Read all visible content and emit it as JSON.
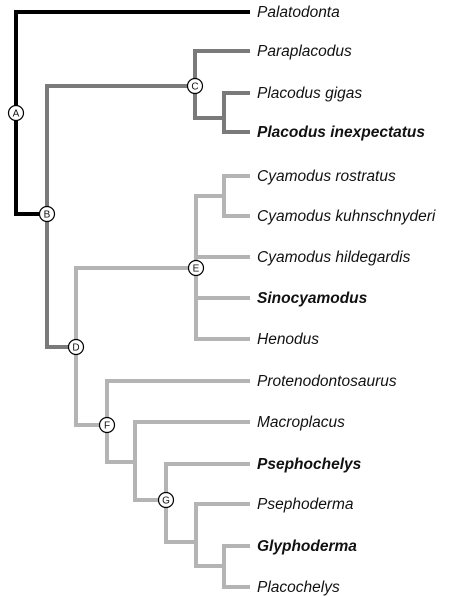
{
  "colors": {
    "level1": "#000000",
    "level2": "#7a7a7a",
    "level3": "#b4b4b4",
    "node_fill": "#ffffff",
    "node_stroke": "#000000",
    "text": "#111111"
  },
  "nodes": {
    "A": "A",
    "B": "B",
    "C": "C",
    "D": "D",
    "E": "E",
    "F": "F",
    "G": "G"
  },
  "taxa": [
    {
      "id": "palatodonta",
      "name": "Palatodonta",
      "bold": false
    },
    {
      "id": "paraplacodus",
      "name": "Paraplacodus",
      "bold": false
    },
    {
      "id": "placodus-gigas",
      "name": "Placodus gigas",
      "bold": false
    },
    {
      "id": "placodus-inexpectatus",
      "name": "Placodus inexpectatus",
      "bold": true
    },
    {
      "id": "cyamodus-rostratus",
      "name": "Cyamodus rostratus",
      "bold": false
    },
    {
      "id": "cyamodus-kuhnschnyderi",
      "name": "Cyamodus kuhnschnyderi",
      "bold": false
    },
    {
      "id": "cyamodus-hildegardis",
      "name": "Cyamodus hildegardis",
      "bold": false
    },
    {
      "id": "sinocyamodus",
      "name": "Sinocyamodus",
      "bold": true
    },
    {
      "id": "henodus",
      "name": "Henodus",
      "bold": false
    },
    {
      "id": "protenodontosaurus",
      "name": "Protenodontosaurus",
      "bold": false
    },
    {
      "id": "macroplacus",
      "name": "Macroplacus",
      "bold": false
    },
    {
      "id": "psephochelys",
      "name": "Psephochelys",
      "bold": true
    },
    {
      "id": "psephoderma",
      "name": "Psephoderma",
      "bold": false
    },
    {
      "id": "glyphoderma",
      "name": "Glyphoderma",
      "bold": true
    },
    {
      "id": "placochelys",
      "name": "Placochelys",
      "bold": false
    }
  ]
}
